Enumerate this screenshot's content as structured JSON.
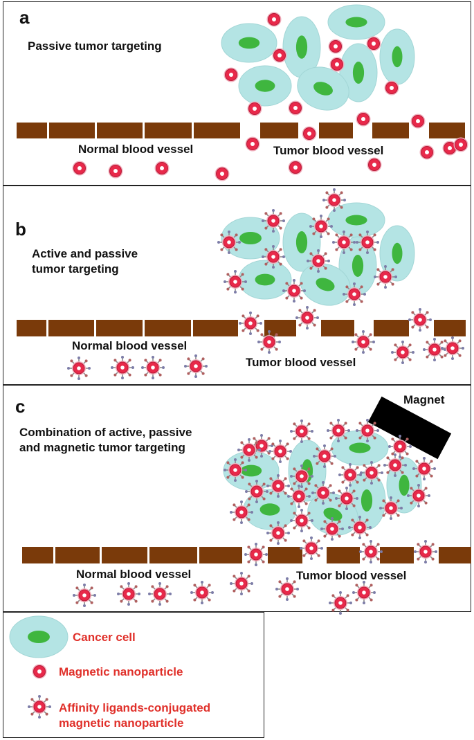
{
  "panels": [
    {
      "letter": "a",
      "title": "Passive tumor targeting",
      "normal_label": "Normal blood vessel",
      "tumor_label": "Tumor blood vessel"
    },
    {
      "letter": "b",
      "title": "Active and passive\ntumor targeting",
      "normal_label": "Normal blood vessel",
      "tumor_label": "Tumor blood vessel"
    },
    {
      "letter": "c",
      "title": "Combination of active, passive\nand magnetic tumor targeting",
      "normal_label": "Normal blood vessel",
      "tumor_label": "Tumor blood vessel",
      "magnet_label": "Magnet"
    }
  ],
  "legend": {
    "cancer_cell": "Cancer cell",
    "magnetic_nanoparticle": "Magnetic nanoparticle",
    "conjugated_nanoparticle": "Affinity ligands-conjugated\nmagnetic nanoparticle"
  },
  "colors": {
    "cell_body": "#b4e4e4",
    "nucleus": "#3fb63f",
    "vessel": "#7a3a0a",
    "nanoparticle": "#e8294a",
    "legend_text": "#e0302a",
    "magnet": "#000000"
  }
}
